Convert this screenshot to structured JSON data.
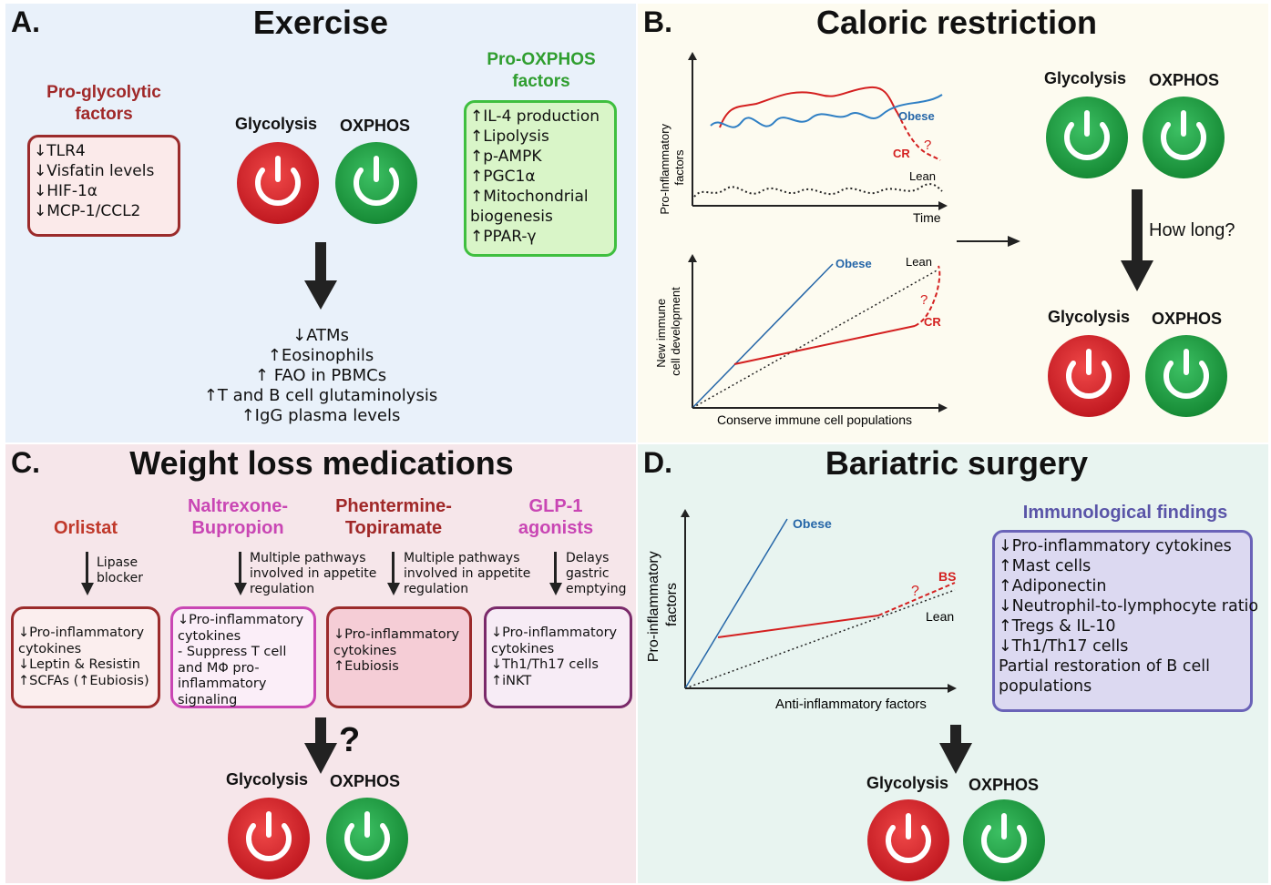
{
  "panelA": {
    "letter": "A.",
    "title": "Exercise",
    "glycolytic_heading": [
      "Pro-glycolytic",
      "factors"
    ],
    "glycolytic_items": [
      "↓TLR4",
      "↓Visfatin levels",
      "↓HIF-1α",
      "↓MCP-1/CCL2"
    ],
    "oxphos_heading": [
      "Pro-OXPHOS",
      "factors"
    ],
    "oxphos_items": [
      "↑IL-4 production",
      "↑Lipolysis",
      "↑p-AMPK",
      "↑PGC1α",
      "↑Mitochondrial",
      "biogenesis",
      "↑PPAR-γ"
    ],
    "glycolysis_label": "Glycolysis",
    "oxphos_label": "OXPHOS",
    "outcomes": [
      "↓ATMs",
      "↑Eosinophils",
      "↑ FAO in PBMCs",
      "↑T and B cell glutaminolysis",
      "↑IgG plasma levels"
    ]
  },
  "panelB": {
    "letter": "B.",
    "title": "Caloric restriction",
    "chart1": {
      "ylabel": [
        "Pro-Inflammatory",
        "factors"
      ],
      "xlabel": "Time",
      "obese": "Obese",
      "cr": "CR",
      "lean": "Lean",
      "question": "?"
    },
    "chart2": {
      "ylabel": [
        "New immune",
        "cell development"
      ],
      "xlabel": "Conserve immune cell populations",
      "obese": "Obese",
      "lean": "Lean",
      "cr": "CR",
      "question": "?"
    },
    "top_glycolysis_label": "Glycolysis",
    "top_oxphos_label": "OXPHOS",
    "how_long": "How long?",
    "bottom_glycolysis_label": "Glycolysis",
    "bottom_oxphos_label": "OXPHOS"
  },
  "panelC": {
    "letter": "C.",
    "title": "Weight loss medications",
    "drugs": [
      {
        "name": [
          "Orlistat"
        ],
        "mechanism": [
          "Lipase",
          "blocker"
        ],
        "effects": [
          "↓Pro-inflammatory",
          "cytokines",
          "↓Leptin & Resistin",
          "↑SCFAs (↑Eubiosis)"
        ]
      },
      {
        "name": [
          "Naltrexone-",
          "Bupropion"
        ],
        "mechanism": [
          "Multiple pathways",
          "involved in appetite",
          "regulation"
        ],
        "effects": [
          "↓Pro-inflammatory",
          "cytokines",
          "- Suppress T cell",
          "and MΦ pro-",
          "inflammatory",
          "signaling"
        ]
      },
      {
        "name": [
          "Phentermine-",
          "Topiramate"
        ],
        "mechanism": [
          "Multiple pathways",
          "involved in appetite",
          "regulation"
        ],
        "effects": [
          "↓Pro-inflammatory",
          "cytokines",
          "↑Eubiosis"
        ]
      },
      {
        "name": [
          "GLP-1",
          "agonists"
        ],
        "mechanism": [
          "Delays",
          "gastric",
          "emptying"
        ],
        "effects": [
          "↓Pro-inflammatory",
          "cytokines",
          "↓Th1/Th17 cells",
          "↑iNKT"
        ]
      }
    ],
    "question": "?",
    "glycolysis_label": "Glycolysis",
    "oxphos_label": "OXPHOS"
  },
  "panelD": {
    "letter": "D.",
    "title": "Bariatric surgery",
    "chart": {
      "ylabel": [
        "Pro-inflammatory",
        "factors"
      ],
      "xlabel": "Anti-inflammatory factors",
      "obese": "Obese",
      "bs": "BS",
      "lean": "Lean",
      "question": "?"
    },
    "findings_heading": "Immunological findings",
    "findings": [
      "↓Pro-inflammatory cytokines",
      "↑Mast cells",
      "↑Adiponectin",
      "↓Neutrophil-to-lymphocyte ratio",
      "↑Tregs & IL-10",
      "↓Th1/Th17 cells",
      "Partial restoration of B cell",
      "populations"
    ],
    "glycolysis_label": "Glycolysis",
    "oxphos_label": "OXPHOS"
  },
  "colors": {
    "red_button": "#d8262f",
    "green_button": "#1f9a3f",
    "obese_line": "#2566a8",
    "cr_line": "#d42020",
    "glycolytic_border": "#9b2b2b",
    "oxphos_border": "#3fbf3f",
    "oxphos_fill": "#d9f5c8",
    "findings_border": "#6a63b8",
    "findings_fill": "#dcd9f1"
  },
  "icons": [
    "power-button-icon",
    "down-arrow-icon",
    "right-arrow-icon"
  ]
}
